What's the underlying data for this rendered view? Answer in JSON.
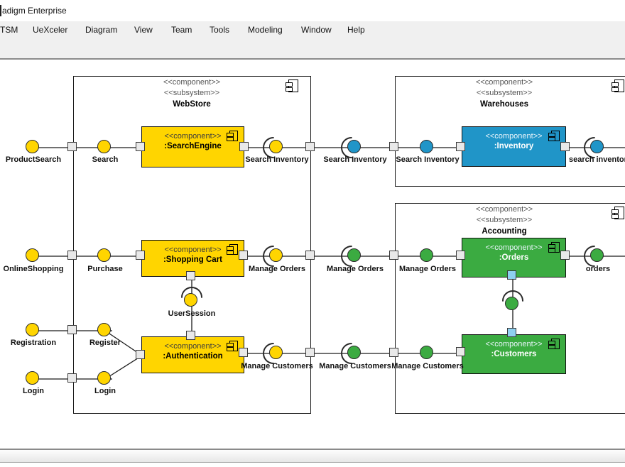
{
  "window": {
    "title": "adigm Enterprise"
  },
  "menu": {
    "items": [
      "TSM",
      "UeXceler",
      "Diagram",
      "View",
      "Team",
      "Tools",
      "Modeling",
      "Window",
      "Help"
    ]
  },
  "diagram": {
    "boundaries": {
      "webstore": {
        "stereotype_component": "<<component>>",
        "stereotype_subsystem": "<<subsystem>>",
        "name": "WebStore"
      },
      "warehouses": {
        "stereotype_component": "<<component>>",
        "stereotype_subsystem": "<<subsystem>>",
        "name": "Warehouses"
      },
      "accounting": {
        "stereotype_component": "<<component>>",
        "stereotype_subsystem": "<<subsystem>>",
        "name": "Accounting"
      }
    },
    "components": {
      "search_engine": {
        "stereotype": "<<component>>",
        "name": ":SearchEngine"
      },
      "shopping_cart": {
        "stereotype": "<<component>>",
        "name": ":Shopping Cart"
      },
      "authentication": {
        "stereotype": "<<component>>",
        "name": ":Authentication"
      },
      "inventory": {
        "stereotype": "<<component>>",
        "name": ":Inventory"
      },
      "orders": {
        "stereotype": "<<component>>",
        "name": ":Orders"
      },
      "customers": {
        "stereotype": "<<component>>",
        "name": ":Customers"
      }
    },
    "interfaces": {
      "product_search": "ProductSearch",
      "search": "Search",
      "search_inventory_ws": "Search Inventory",
      "search_inventory_mid": "Search Inventory",
      "search_inventory_wh": "Search Inventory",
      "search_inventory_out": "search inventory",
      "online_shopping": "OnlineShopping",
      "purchase": "Purchase",
      "manage_orders_ws": "Manage Orders",
      "manage_orders_mid": "Manage Orders",
      "manage_orders_acc": "Manage Orders",
      "orders_out": "orders",
      "user_session": "UserSession",
      "registration": "Registration",
      "register": "Register",
      "login_outer": "Login",
      "login_inner": "Login",
      "manage_customers_ws": "Manage Customers",
      "manage_customers_mid": "Manage Customers",
      "manage_customers_acc": "Manage Customers"
    },
    "colors": {
      "component_yellow": "#FFD500",
      "component_blue": "#2095C8",
      "component_green": "#3BAB41",
      "port_fill": "#E9E9E9",
      "port_selected": "#8FD0F0",
      "line": "#1A1A1A"
    }
  }
}
